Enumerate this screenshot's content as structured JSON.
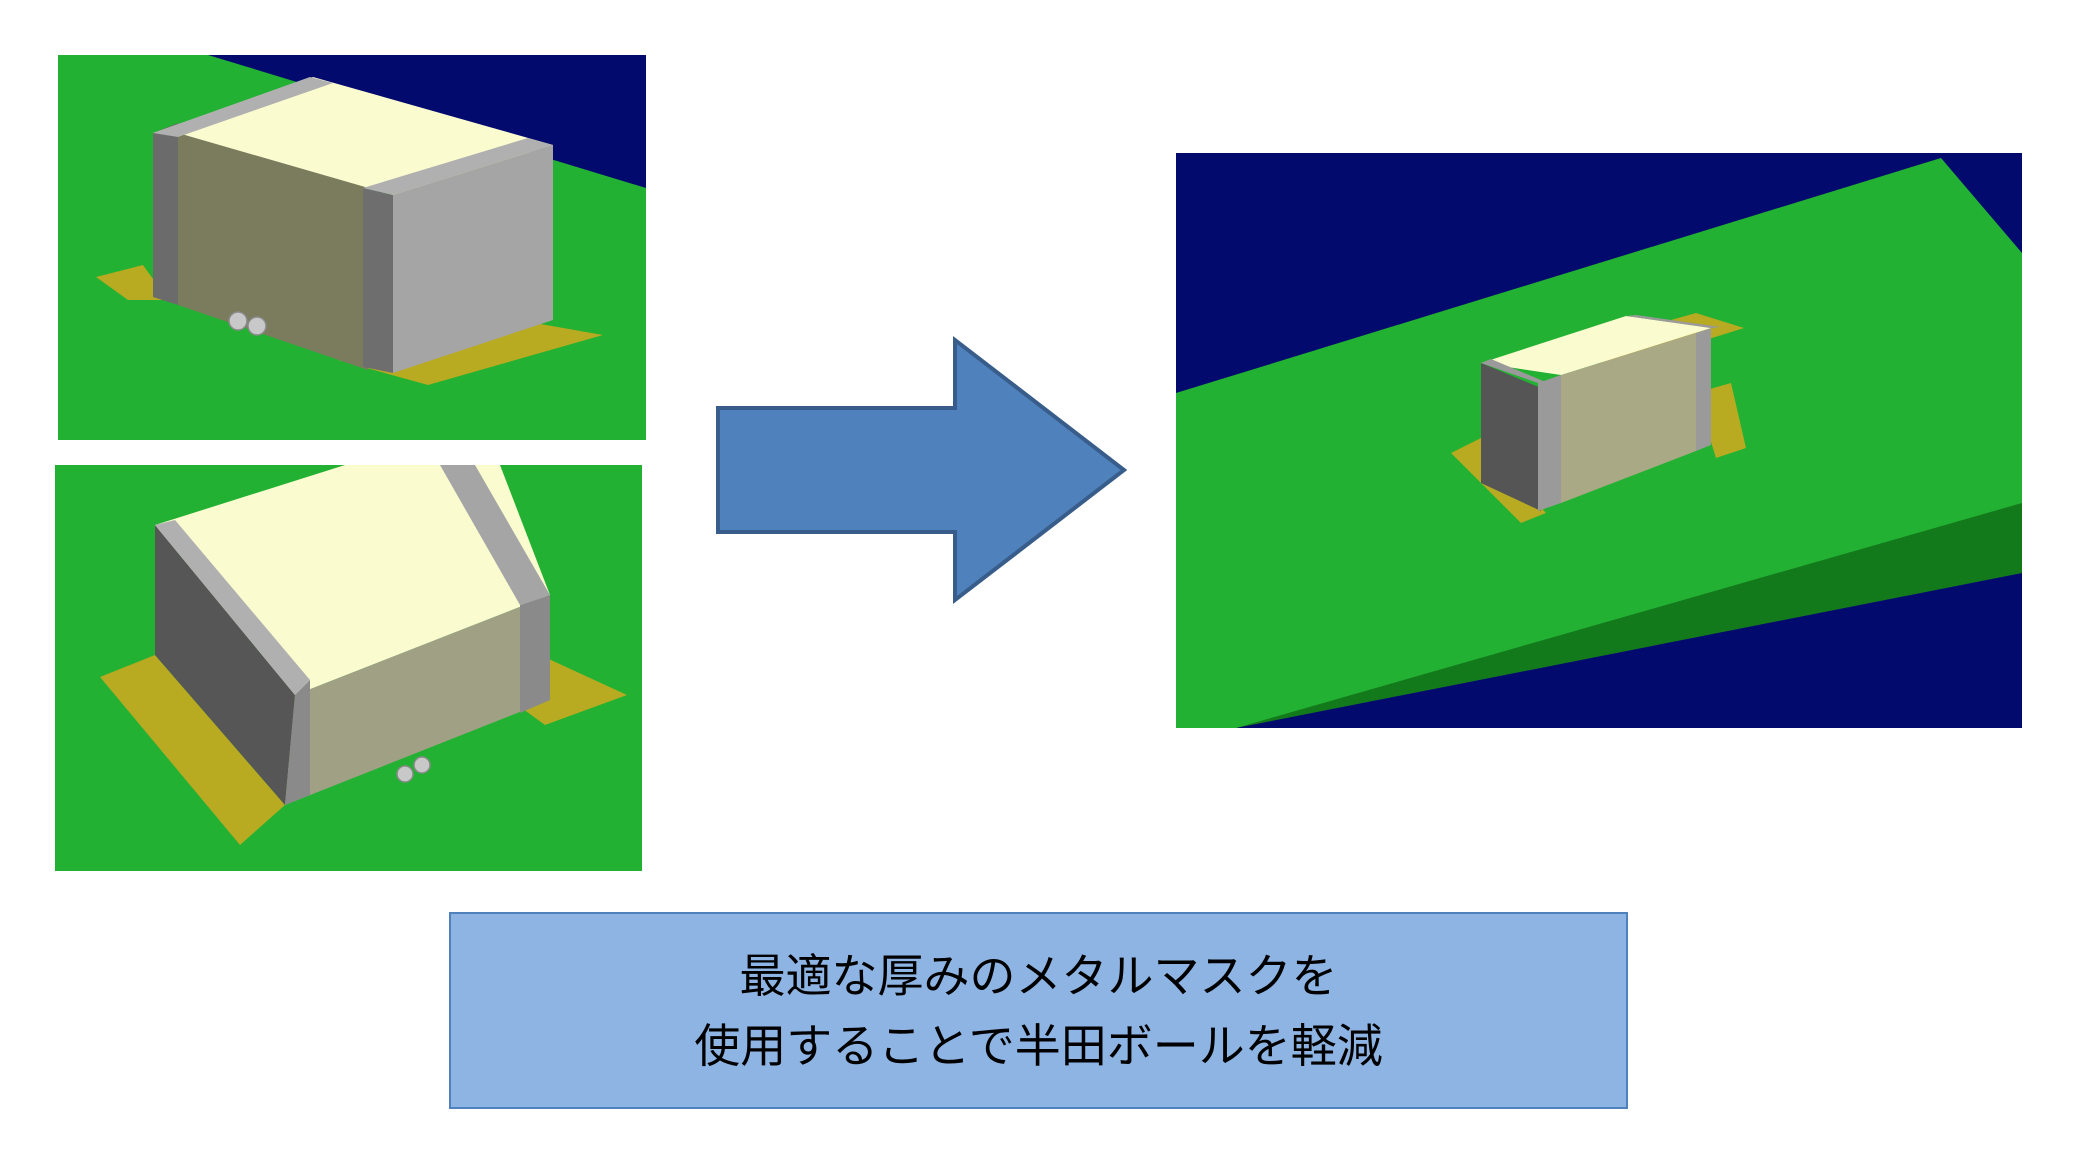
{
  "caption": {
    "line1": "最適な厚みのメタルマスクを",
    "line2": "使用することで半田ボールを軽減"
  },
  "colors": {
    "pcb_green": "#22b132",
    "background_navy": "#020a6e",
    "component_top": "#fbfbd0",
    "terminal_gray": "#a7a7a7",
    "pad_gold": "#b8aa21",
    "arrow_fill": "#4f81bd",
    "arrow_stroke": "#385d8a",
    "caption_fill": "#8eb4e3"
  },
  "panels": [
    {
      "name": "before-view-1",
      "solder_balls": 2
    },
    {
      "name": "before-view-2",
      "solder_balls": 2
    },
    {
      "name": "after-view",
      "solder_balls": 0
    }
  ]
}
